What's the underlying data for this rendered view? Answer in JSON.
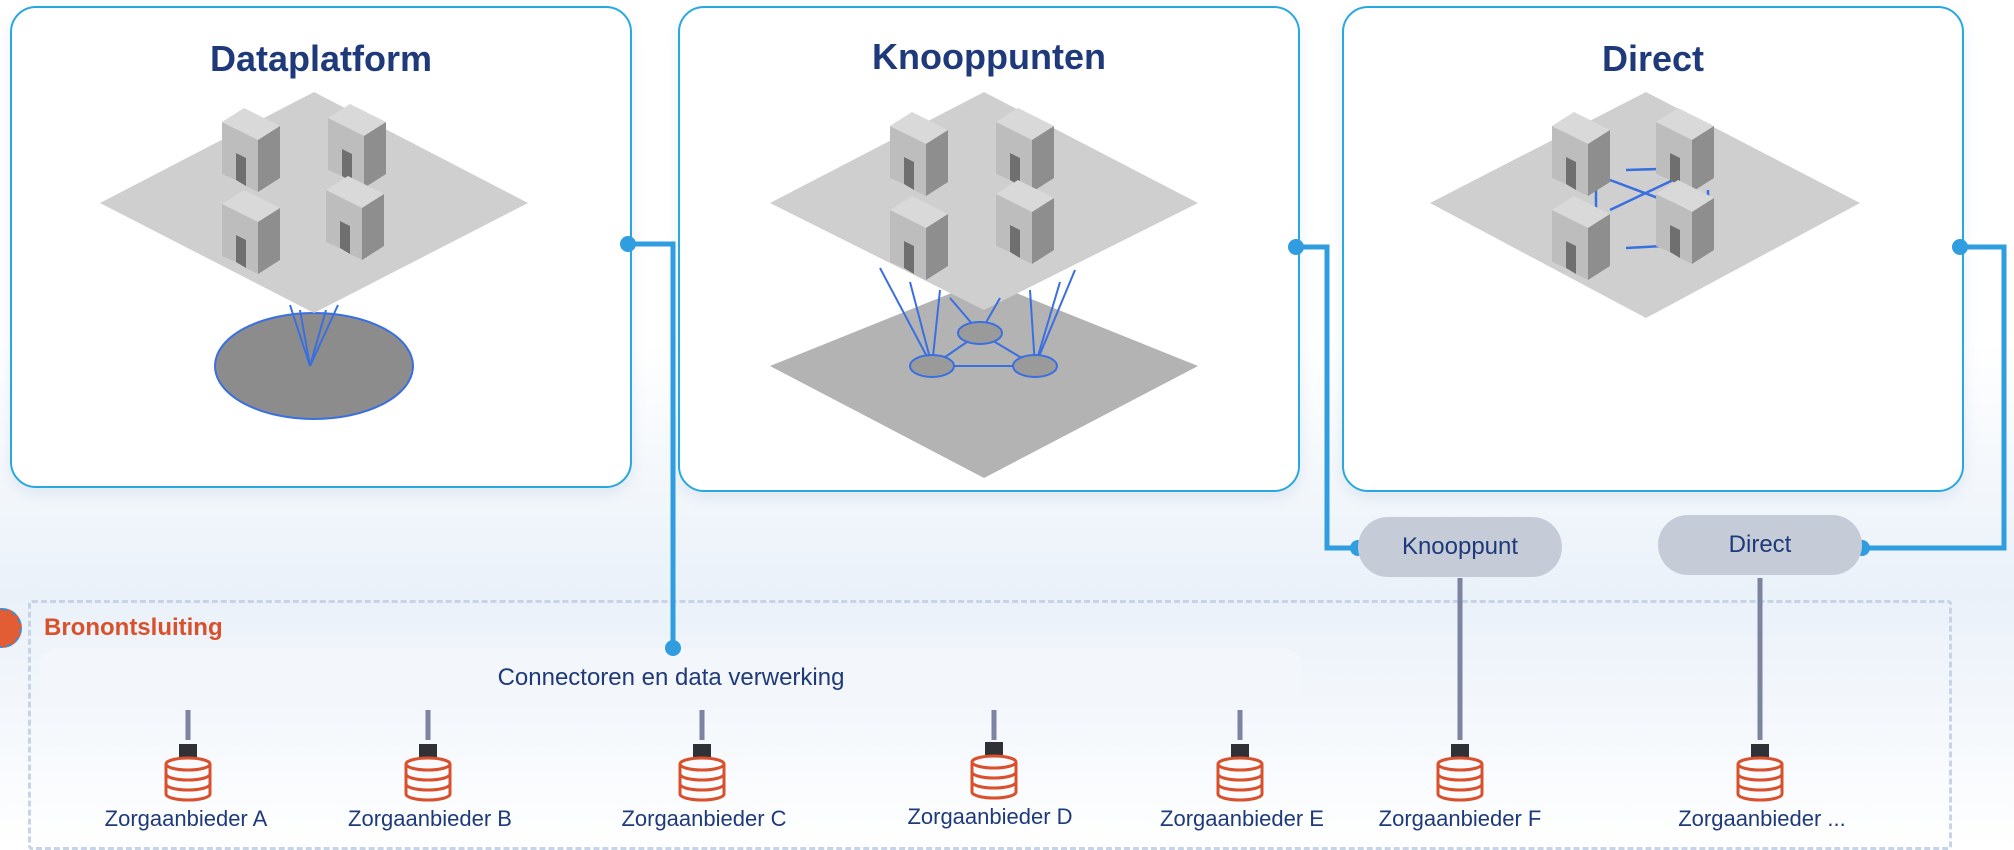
{
  "panels": [
    {
      "title": "Dataplatform"
    },
    {
      "title": "Knooppunten"
    },
    {
      "title": "Direct"
    }
  ],
  "pills": {
    "knooppunt": "Knooppunt",
    "direct": "Direct"
  },
  "zone": {
    "label": "Bronontsluiting",
    "bar_text": "Connectoren en data verwerking"
  },
  "providers": [
    "Zorgaanbieder A",
    "Zorgaanbieder B",
    "Zorgaanbieder C",
    "Zorgaanbieder D",
    "Zorgaanbieder E",
    "Zorgaanbieder F",
    "Zorgaanbieder ..."
  ],
  "colors": {
    "panel_border": "#29a8e0",
    "title": "#1f3a7a",
    "connector": "#2f9de0",
    "zone_label": "#d9502c",
    "database": "#d9502c",
    "plate_light": "#cfcfcf",
    "plate_dark": "#b3b3b3",
    "link": "#3a6fe0"
  }
}
